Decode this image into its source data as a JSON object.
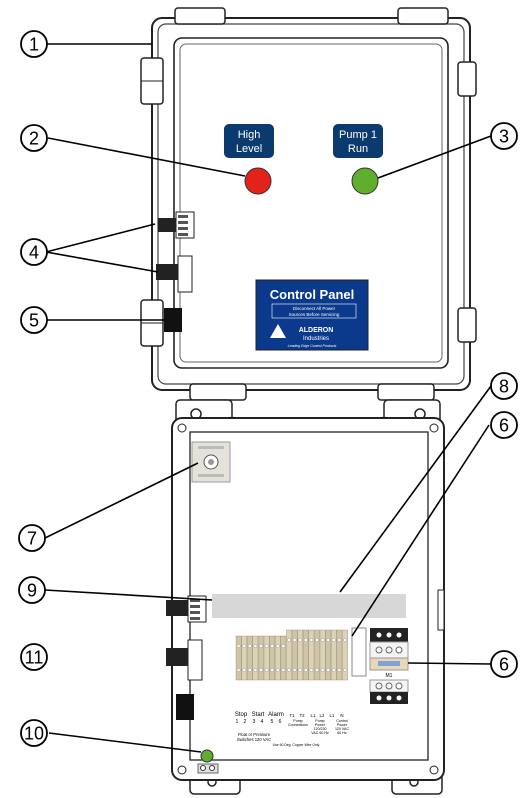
{
  "callouts": [
    "1",
    "2",
    "3",
    "4",
    "5",
    "6",
    "7",
    "8",
    "9",
    "10",
    "11",
    "6"
  ],
  "front": {
    "indicator_left": {
      "line1": "High",
      "line2": "Level",
      "color": "#e2231a"
    },
    "indicator_right": {
      "line1": "Pump 1",
      "line2": "Run",
      "color": "#5fae2e"
    },
    "label": {
      "title": "Control Panel",
      "warn1": "Disconnect All Power",
      "warn2": "Sources Before Servicing",
      "brand1": "ALDERON",
      "brand2": "Industries",
      "tagline": "Leading Edge Control Products"
    },
    "label_color": "#0b3a8c",
    "button_color": "#0b3a6e"
  },
  "inside": {
    "terminal_headers": [
      "Stop",
      "Start",
      "Alarm",
      "T1",
      "T2",
      "L1",
      "L2",
      "L1",
      "N"
    ],
    "terminal_numbers": [
      "1",
      "2",
      "3",
      "4",
      "5",
      "6"
    ],
    "float_text": [
      "Float or Pressure",
      "Switches 120 VAC"
    ],
    "pump_conn": [
      "Pump",
      "Connections"
    ],
    "pump_power": [
      "Pump",
      "Power",
      "120/230",
      "VAC 60 Hz"
    ],
    "control_power": [
      "Control",
      "Power",
      "120 VAC",
      "60 Hz"
    ],
    "copper_note": "Use 60 Deg. Copper Wire Only",
    "contactor_label": "M1"
  }
}
